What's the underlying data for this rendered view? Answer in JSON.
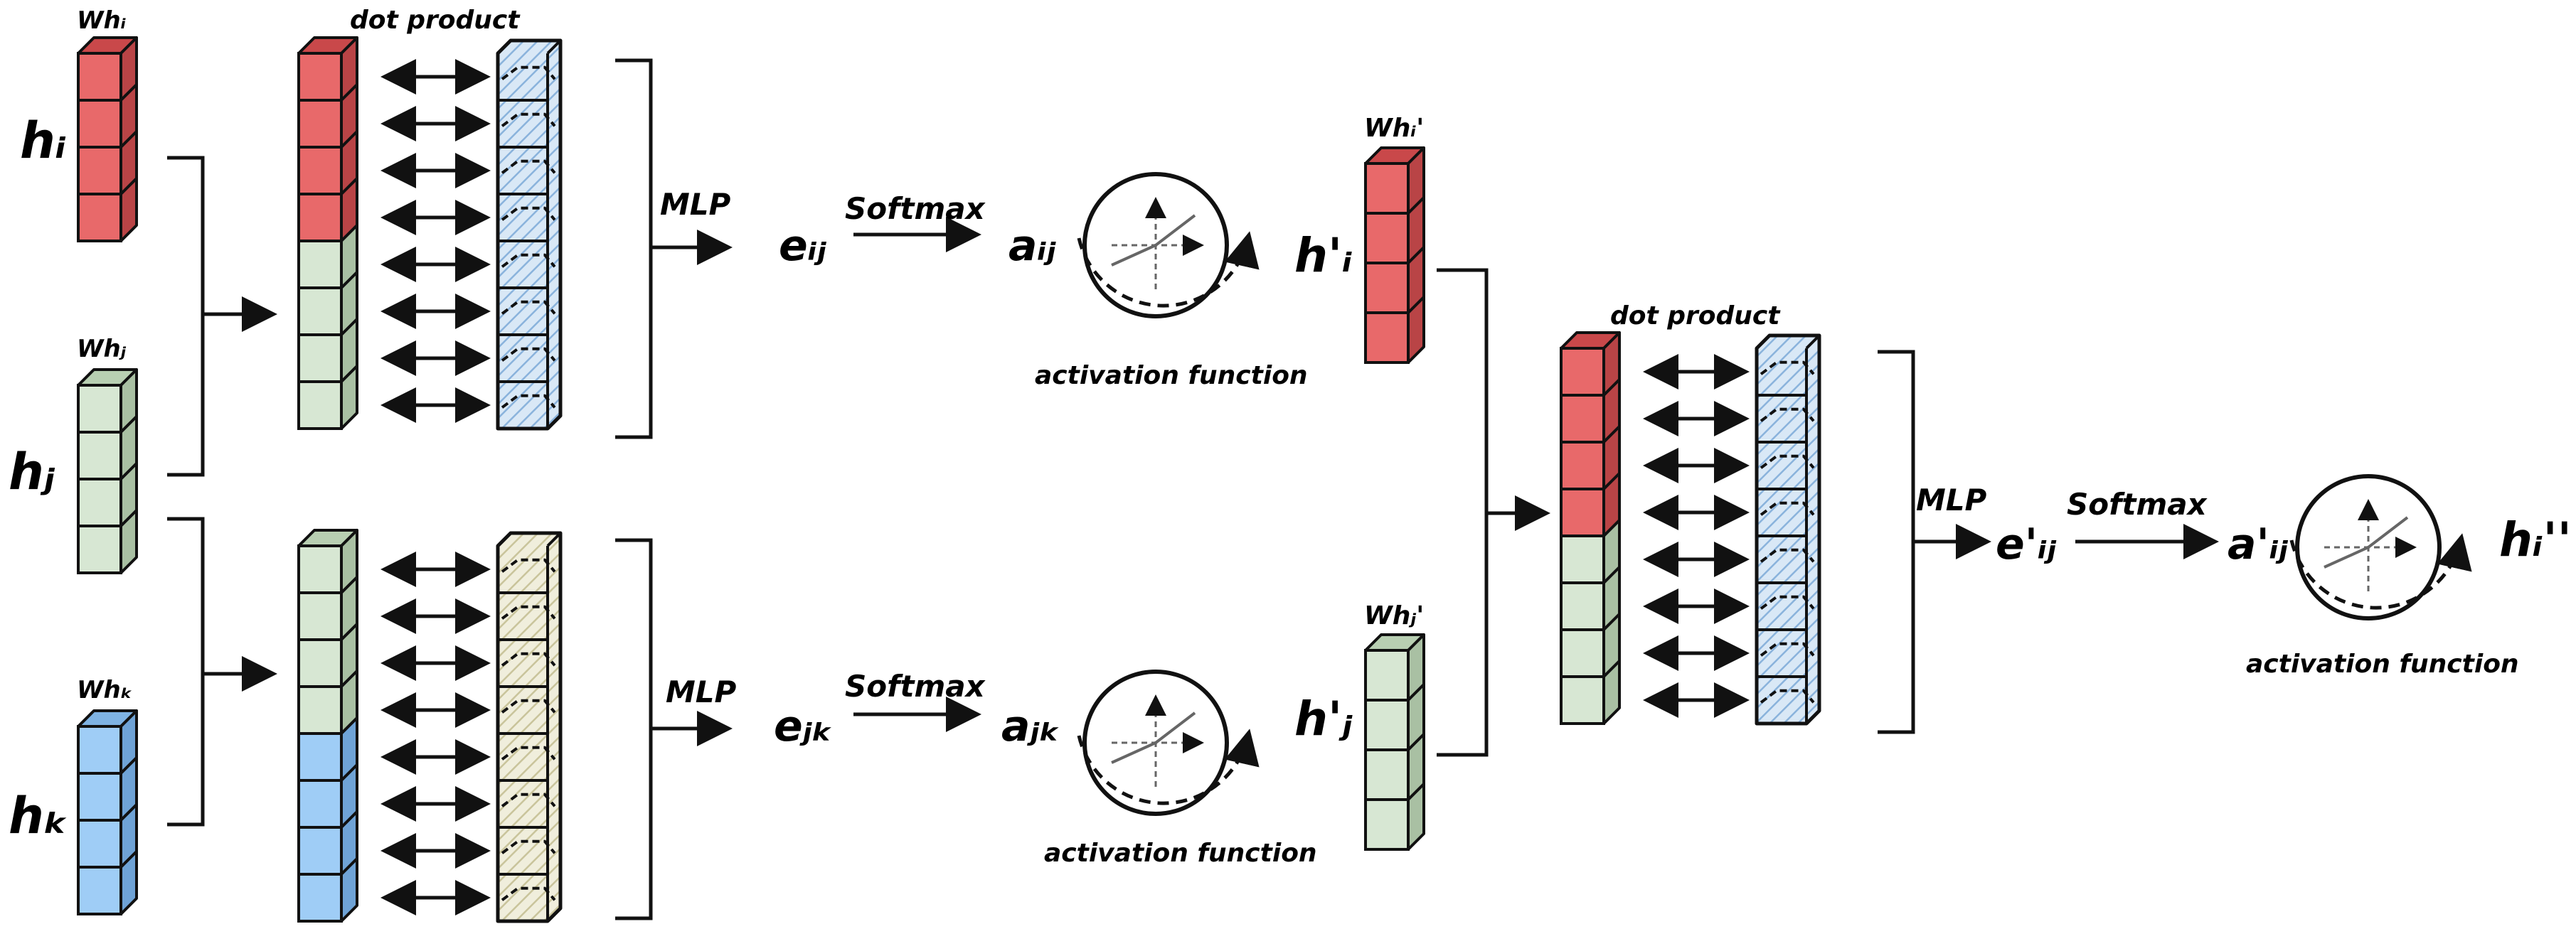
{
  "colors": {
    "red": "#e8696a",
    "red_top": "#c9484a",
    "red_side": "#b94446",
    "green": "#d7e7d3",
    "green_top": "#b8cfb2",
    "green_side": "#a9c0a3",
    "blue": "#9fcdf6",
    "blue_top": "#7fb3e3",
    "blue_side": "#6fa3d6",
    "hatch_blue": "#8ab3dc",
    "hatch_beige": "#c9c49b",
    "stroke": "#111111"
  },
  "labels": {
    "wh_i": "Whᵢ",
    "wh_j": "Whⱼ",
    "wh_k": "Whₖ",
    "h_i": "hᵢ",
    "h_j": "hⱼ",
    "h_k": "hₖ",
    "dot_product_1": "dot product",
    "dot_product_2": "dot product",
    "mlp_1": "MLP",
    "mlp_2": "MLP",
    "mlp_3": "MLP",
    "softmax_1": "Softmax",
    "softmax_2": "Softmax",
    "softmax_3": "Softmax",
    "e_ij": "eᵢⱼ",
    "e_jk": "eⱼₖ",
    "a_ij": "aᵢⱼ",
    "a_jk": "aⱼₖ",
    "act_fn_1": "activation function",
    "act_fn_2": "activation function",
    "act_fn_3": "activation function",
    "wh_i_prime": "Whᵢ'",
    "wh_j_prime": "Whⱼ'",
    "h_i_prime": "h'ᵢ",
    "h_j_prime": "h'ⱼ",
    "e_ij_prime": "e'ᵢⱼ",
    "a_ij_prime": "a'ᵢⱼ",
    "h_i_double_prime": "hᵢ''"
  },
  "icons": {
    "activation": "activation-function-icon",
    "hatched_column": "hatched-vector-icon"
  }
}
